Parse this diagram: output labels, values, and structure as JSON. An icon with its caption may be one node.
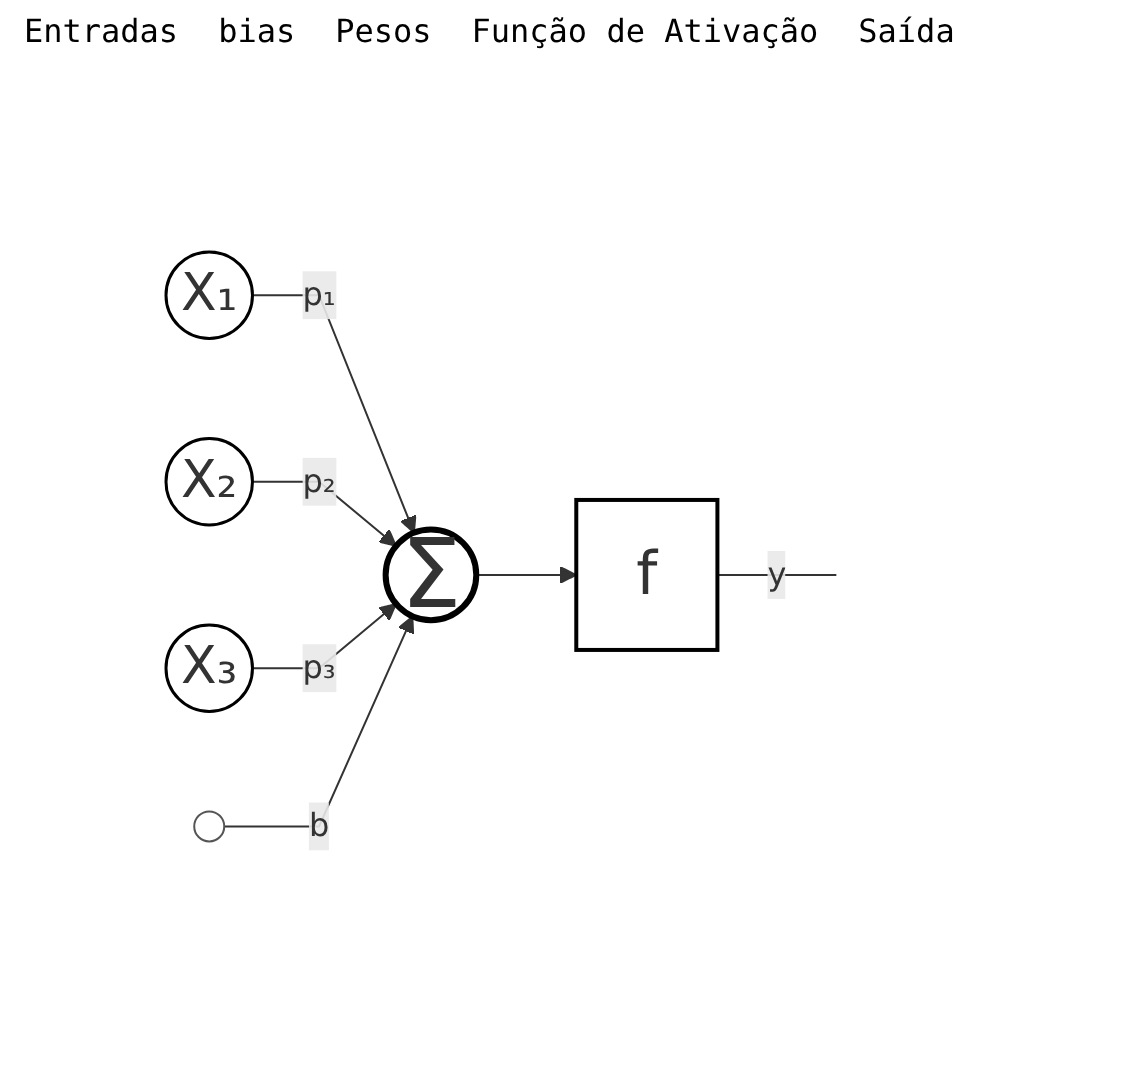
{
  "diagram": {
    "nodes": [
      {
        "text": [
          "X₁"
        ]
      },
      {
        "text": [
          "X₂"
        ]
      },
      {
        "text": [
          "X₃"
        ]
      },
      {
        "text": [],
        "shape": "circle"
      },
      {
        "text": [
          "Σ"
        ]
      },
      {
        "text": [
          "f"
        ]
      }
    ],
    "edges": [
      {
        "from": 0,
        "to": 4,
        "arrow": "to",
        "label": "p₁"
      },
      {
        "from": 1,
        "to": 4,
        "arrow": "to",
        "label": "p₂"
      },
      {
        "from": 2,
        "to": 4,
        "arrow": "to",
        "label": "p₃"
      },
      {
        "from": 3,
        "to": 4,
        "arrow": "to",
        "label": "b"
      },
      {
        "from": 4,
        "to": 5,
        "arrow": "to"
      },
      {
        "from": 5,
        "to": null,
        "arrow": "none",
        "label": "y"
      }
    ],
    "labels": [
      "Entradas",
      "bias",
      "Pesos",
      "Função de Ativação",
      "Saída"
    ]
  }
}
